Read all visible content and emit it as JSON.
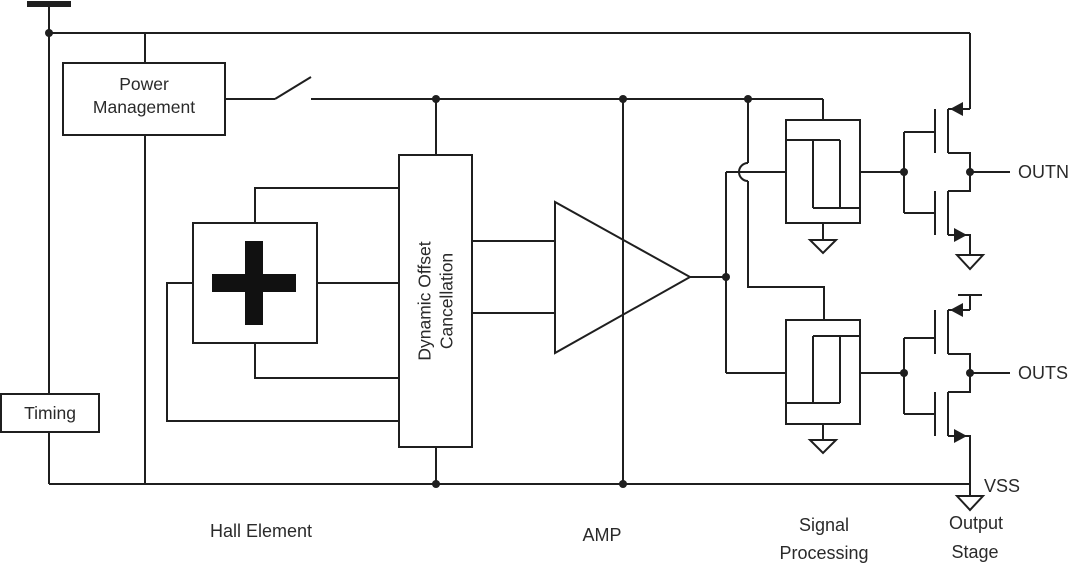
{
  "diagram": {
    "power_management": {
      "line1": "Power",
      "line2": "Management"
    },
    "timing": {
      "label": "Timing"
    },
    "doc": {
      "line1": "Dynamic Offset",
      "line2": "Cancellation"
    },
    "outputs": {
      "outn": "OUTN",
      "outs": "OUTS",
      "vss": "VSS"
    },
    "stage_labels": {
      "hall": "Hall Element",
      "amp": "AMP",
      "signal1": "Signal",
      "signal2": "Processing",
      "output1": "Output",
      "output2": "Stage"
    }
  },
  "colors": {
    "line": "#1f1f1f",
    "text": "#2a2a2a",
    "background": "#ffffff",
    "plus_fill": "#111111"
  }
}
